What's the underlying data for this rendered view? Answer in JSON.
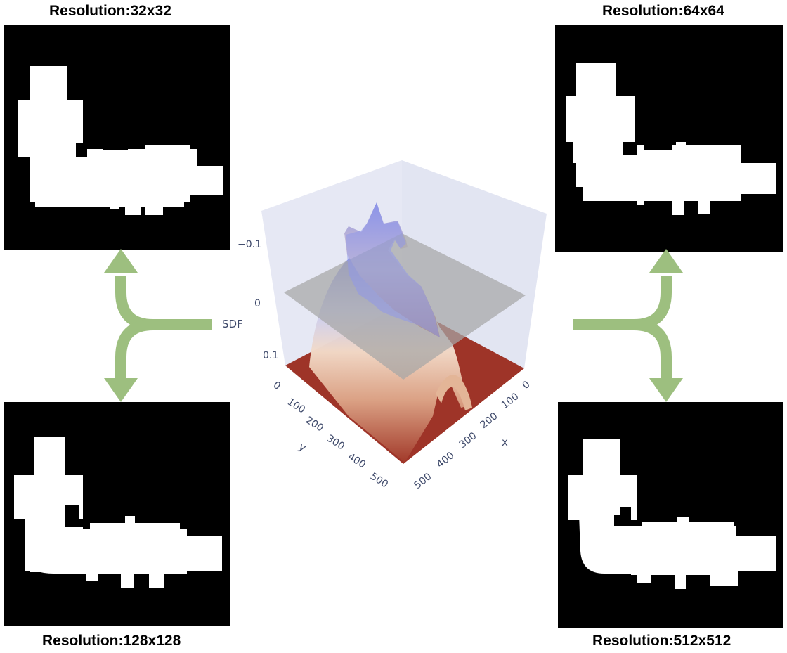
{
  "panels": {
    "top_left": {
      "label": "Resolution:32x32"
    },
    "top_right": {
      "label": "Resolution:64x64"
    },
    "bottom_left": {
      "label": "Resolution:128x128"
    },
    "bottom_right": {
      "label": "Resolution:512x512"
    }
  },
  "plot3d": {
    "z_axis": {
      "title": "SDF",
      "ticks": [
        "−0.1",
        "0",
        "0.1"
      ]
    },
    "y_axis": {
      "title": "y",
      "ticks": [
        "0",
        "100",
        "200",
        "300",
        "400",
        "500"
      ]
    },
    "x_axis": {
      "title": "x",
      "ticks": [
        "0",
        "100",
        "200",
        "300",
        "400",
        "500"
      ]
    }
  },
  "colors": {
    "arrow": "#9dbf7f",
    "scene_background": "#e5e8f4",
    "surface_high": "#7b86e8",
    "surface_low": "#9e3428",
    "zero_plane": "#a9a9a9"
  }
}
